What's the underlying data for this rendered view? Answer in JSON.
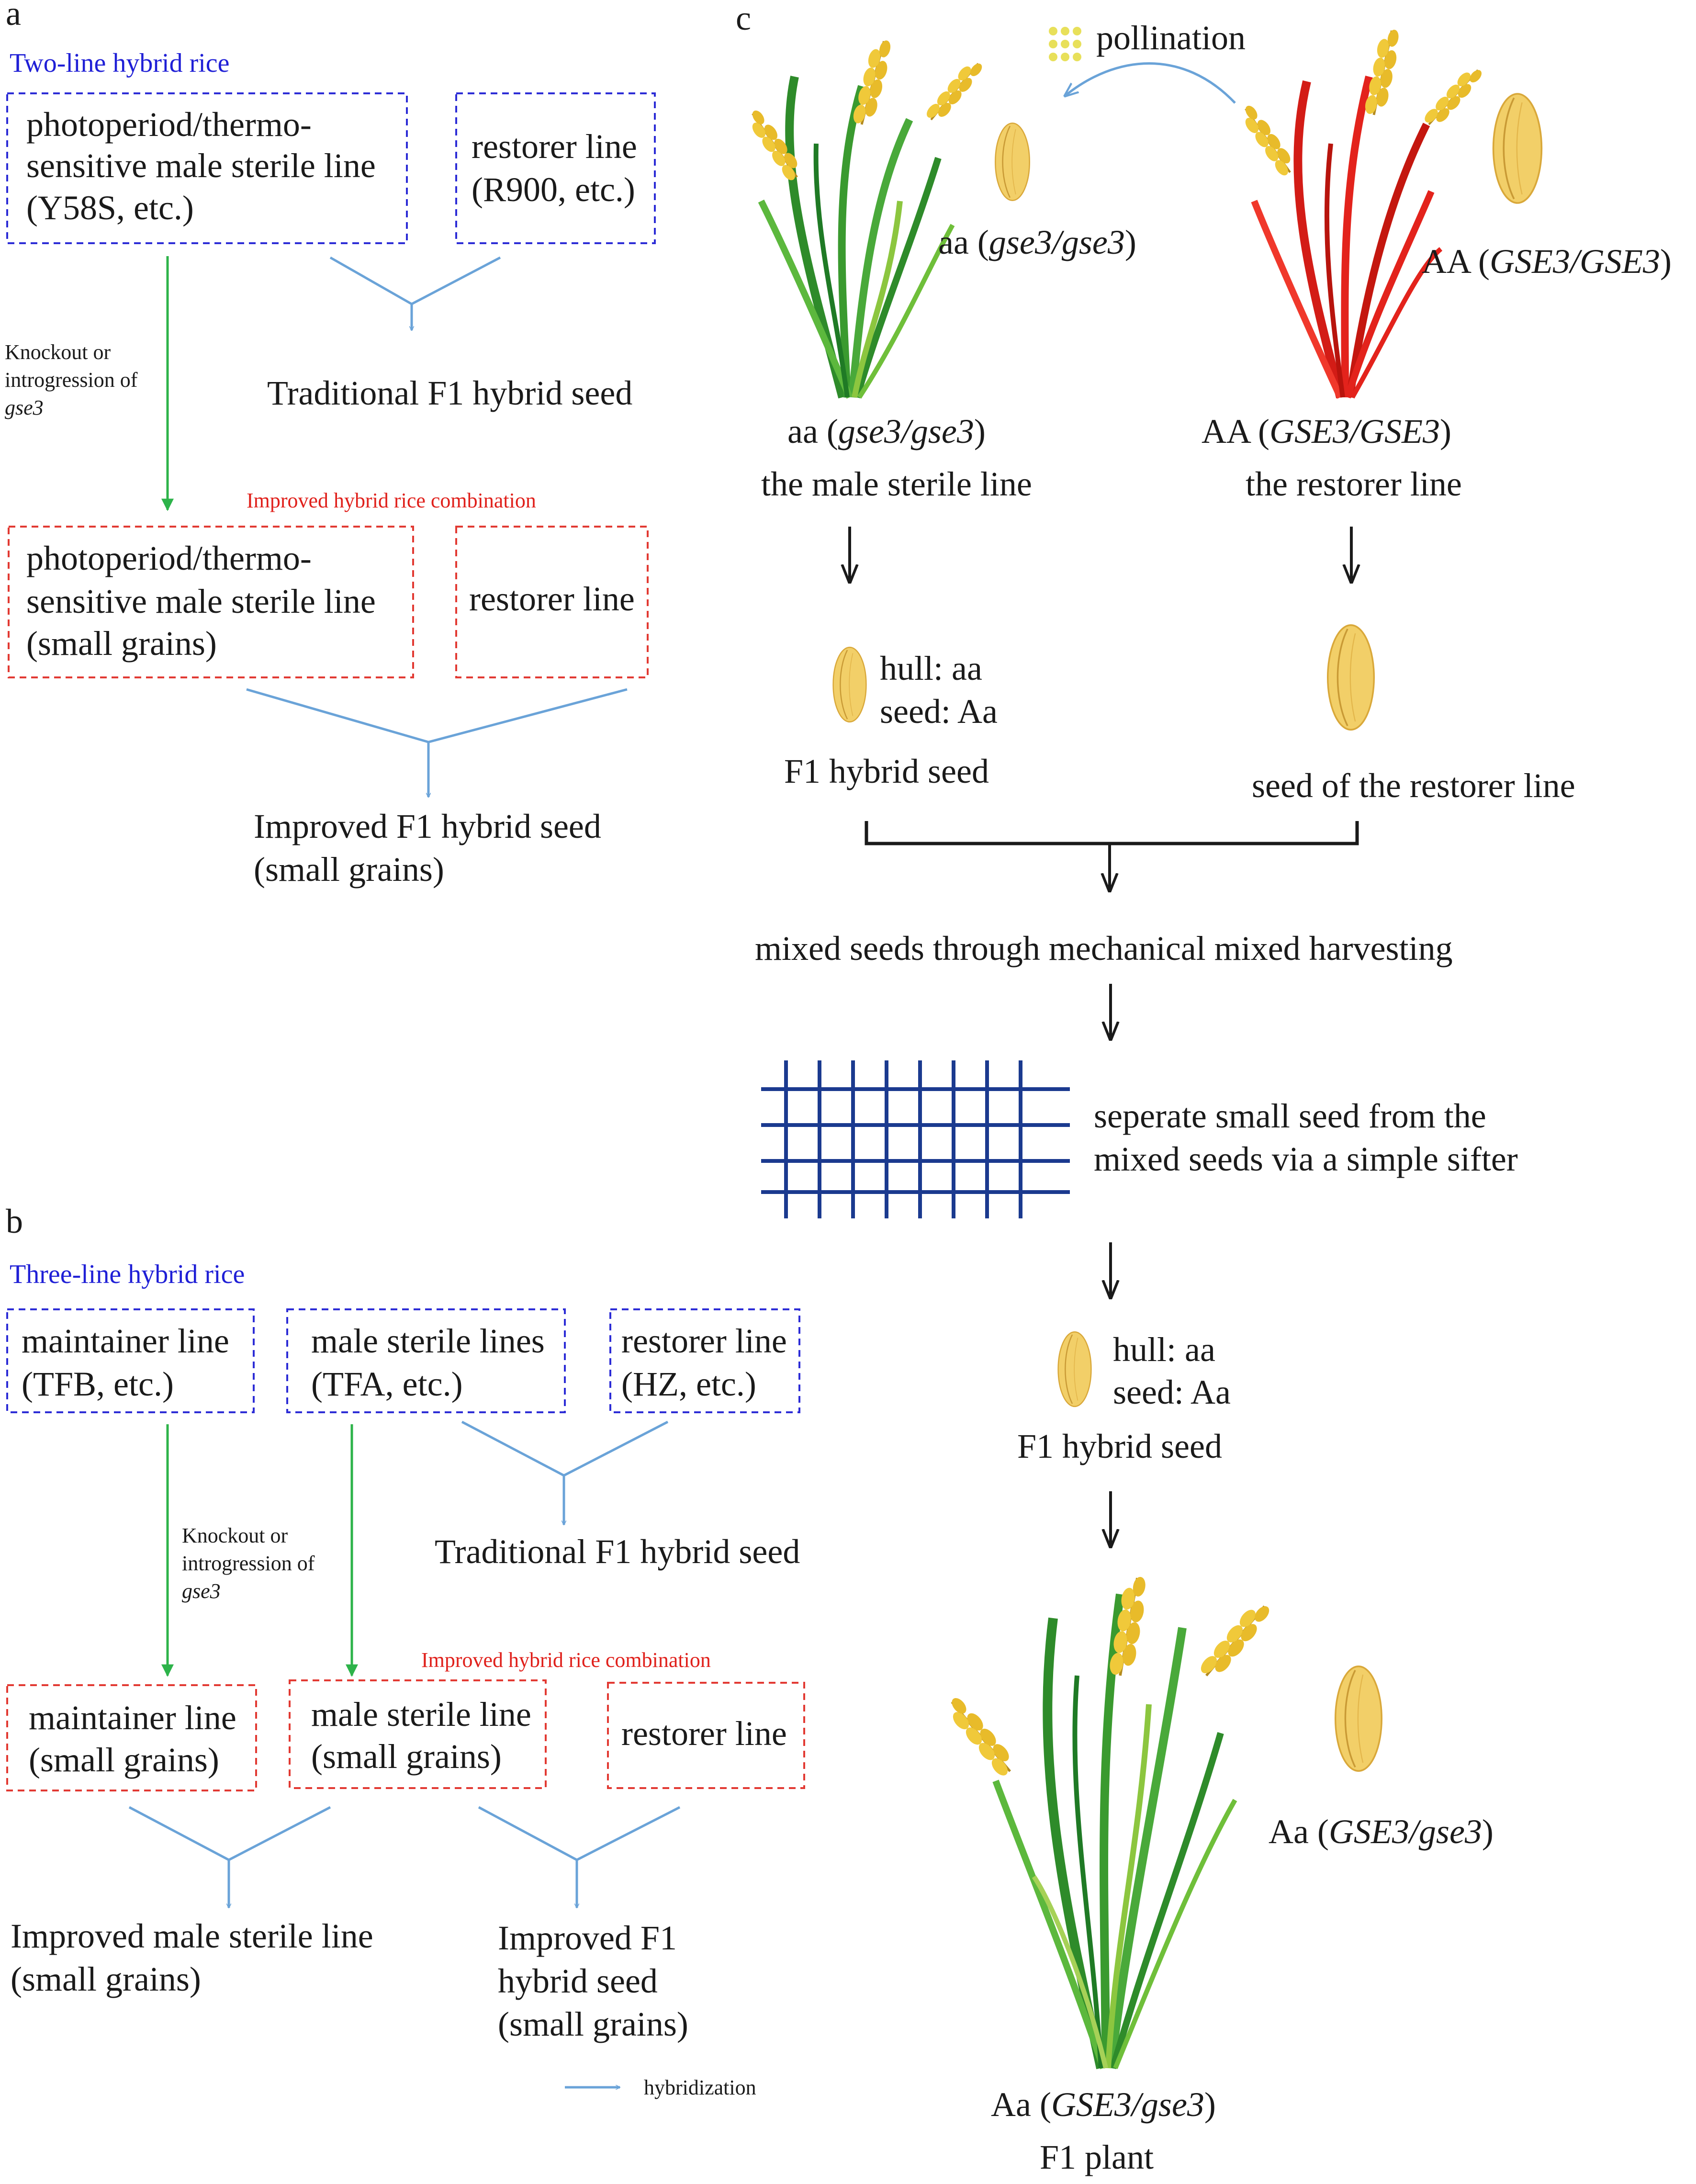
{
  "colors": {
    "blue_box": "#2d2dd6",
    "red_box": "#e23a33",
    "hybrid_arrow": "#6aa3d8",
    "green_arrow": "#2db34a",
    "black_arrow": "#1a1a1a",
    "sifter": "#1b3a8f",
    "seed_fill": "#f2cf68",
    "seed_edge": "#d9a83a",
    "plant_green": "#3a9a2f",
    "plant_red": "#e3231c",
    "grain_yellow": "#f0c93a",
    "pollen": "#e8e05a"
  },
  "panel_a": {
    "label": "a",
    "title": "Two-line hybrid rice",
    "sterile_box": [
      "photoperiod/thermo-",
      "sensitive male sterile line",
      "(Y58S, etc.)"
    ],
    "restorer_box": [
      "restorer line",
      "(R900, etc.)"
    ],
    "traditional_seed": "Traditional F1 hybrid seed",
    "knockout_text": [
      "Knockout or",
      "introgression of",
      "gse3"
    ],
    "improved_title": "Improved hybrid rice combination",
    "improved_sterile_box": [
      "photoperiod/thermo-",
      "sensitive male sterile line",
      "(small grains)"
    ],
    "improved_restorer_box": "restorer line",
    "improved_seed": [
      "Improved F1 hybrid seed",
      "(small grains)"
    ]
  },
  "panel_b": {
    "label": "b",
    "title": "Three-line hybrid rice",
    "maintainer_box": [
      "maintainer line",
      "(TFB, etc.)"
    ],
    "sterile_box": [
      "male sterile lines",
      "(TFA, etc.)"
    ],
    "restorer_box": [
      "restorer line",
      "(HZ, etc.)"
    ],
    "traditional_seed": "Traditional F1 hybrid seed",
    "knockout_text": [
      "Knockout or",
      "introgression of",
      "gse3"
    ],
    "improved_title": "Improved hybrid rice combination",
    "improved_maintainer_box": [
      "maintainer line",
      "(small grains)"
    ],
    "improved_sterile_box": [
      "male sterile line",
      "(small grains)"
    ],
    "improved_restorer_box": "restorer line",
    "improved_sterile_result": [
      "Improved male sterile line",
      "(small grains)"
    ],
    "improved_seed_result": [
      "Improved F1",
      "hybrid seed",
      "(small grains)"
    ],
    "legend_label": "hybridization"
  },
  "panel_c": {
    "label": "c",
    "pollination": "pollination",
    "aa_genotype_prefix": "aa (",
    "aa_genotype_italic": "gse3/gse3",
    "genotype_suffix": ")",
    "AA_genotype_prefix": "AA (",
    "AA_genotype_italic": "GSE3/GSE3",
    "male_sterile_line": "the male sterile line",
    "restorer_line": "the restorer line",
    "hull_label": "hull: aa",
    "seed_label": "seed: Aa",
    "f1_hybrid_seed": "F1 hybrid seed",
    "restorer_seed": "seed of the restorer line",
    "mixed_seeds": "mixed seeds through mechanical mixed harvesting",
    "sifter_text": [
      "seperate small seed from the",
      "mixed seeds via a simple sifter"
    ],
    "Aa_genotype_prefix": "Aa (",
    "Aa_genotype_italic": "GSE3/gse3",
    "f1_plant": "F1 plant"
  }
}
